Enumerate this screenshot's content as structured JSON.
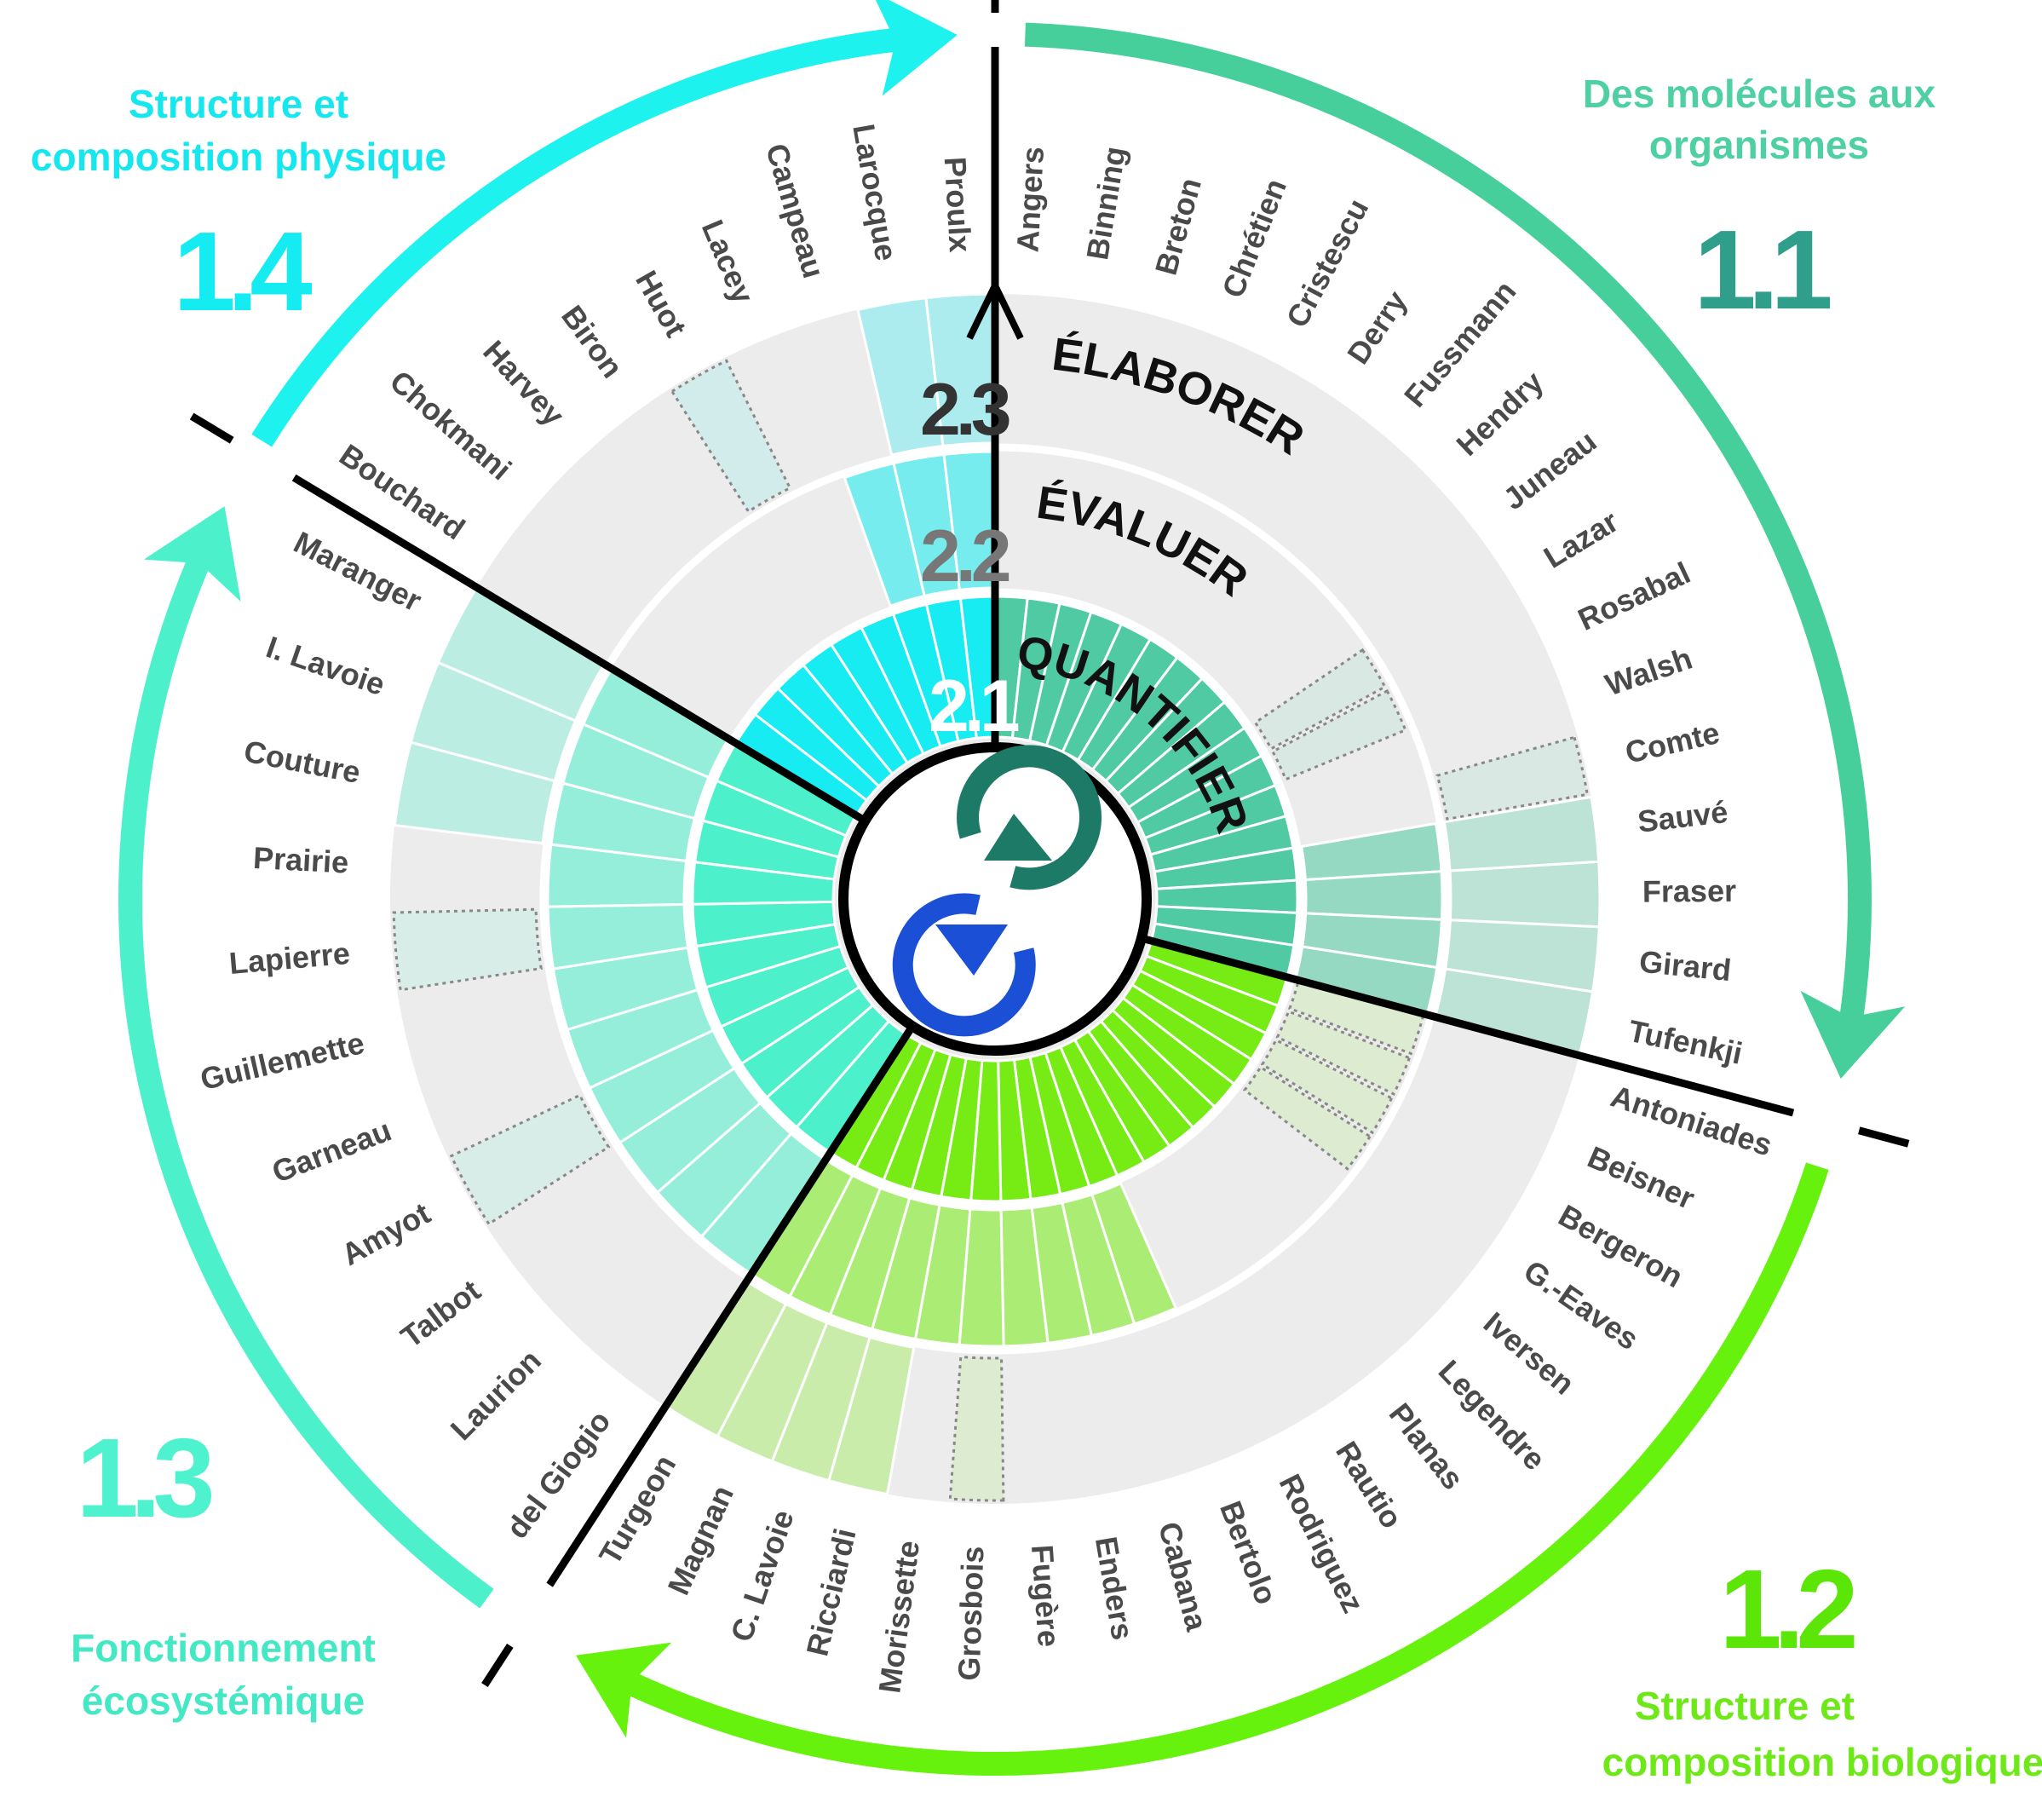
{
  "colors": {
    "arrow_top": "#46cf9a",
    "arrow_right": "#67f20e",
    "arrow_left": "#1ef2ee",
    "sector_1_1": "#4fcaa3",
    "sector_1_2": "#76ec14",
    "sector_1_3": "#4cf0cb",
    "sector_1_4": "#16ecf2",
    "num_1_1": "#2f9e8a",
    "num_1_2": "#5ce608",
    "num_1_3": "#4ff2cf",
    "num_1_4": "#14ecf2",
    "title_1_1": "#4fd0a2",
    "title_1_2": "#6ee818",
    "title_1_3": "#44e8c4",
    "title_1_4": "#16e6ee",
    "num_2_2": "#777777",
    "num_2_3": "#333333",
    "ring_background": "#ececec",
    "logo_blue": "#1a4fd6",
    "logo_teal": "#1d7a66"
  },
  "themes": [
    {
      "id": "1.1",
      "number": "1.1",
      "title_line1": "Des molécules aux",
      "title_line2": "organismes"
    },
    {
      "id": "1.2",
      "number": "1.2",
      "title_line1": "Structure et",
      "title_line2": "composition biologique"
    },
    {
      "id": "1.3",
      "number": "1.3",
      "title_line1": "Fonctionnement",
      "title_line2": "écosystémique"
    },
    {
      "id": "1.4",
      "number": "1.4",
      "title_line1": "Structure et",
      "title_line2": "composition physique"
    }
  ],
  "rings": [
    {
      "number": "2.1",
      "verb": "QUANTIFIER"
    },
    {
      "number": "2.2",
      "verb": "ÉVALUER"
    },
    {
      "number": "2.3",
      "verb": "ÉLABORER"
    }
  ],
  "sectors": [
    {
      "theme": "1.1",
      "color_key": "sector_1_1",
      "members": [
        {
          "name": "Angers",
          "level": 1
        },
        {
          "name": "Binning",
          "level": 1
        },
        {
          "name": "Breton",
          "level": 1
        },
        {
          "name": "Chrétien",
          "level": 1
        },
        {
          "name": "Cristescu",
          "level": 1
        },
        {
          "name": "Derry",
          "level": 1
        },
        {
          "name": "Fussmann",
          "level": 1
        },
        {
          "name": "Hendry",
          "level": 1
        },
        {
          "name": "Juneau",
          "level": 1
        },
        {
          "name": "Lazar",
          "level": 1,
          "dotted_outer": 2
        },
        {
          "name": "Rosabal",
          "level": 1,
          "dotted_outer": 2
        },
        {
          "name": "Walsh",
          "level": 1
        },
        {
          "name": "Comte",
          "level": 1,
          "dotted_outer": 3
        },
        {
          "name": "Sauvé",
          "level": 3
        },
        {
          "name": "Fraser",
          "level": 3
        },
        {
          "name": "Girard",
          "level": 3
        },
        {
          "name": "Tufenkji",
          "level": 3
        }
      ]
    },
    {
      "theme": "1.2",
      "color_key": "sector_1_2",
      "members": [
        {
          "name": "Antoniades",
          "level": 1,
          "dotted_outer": 2
        },
        {
          "name": "Beisner",
          "level": 1,
          "dotted_outer": 2
        },
        {
          "name": "Bergeron",
          "level": 1,
          "dotted_outer": 2
        },
        {
          "name": "G.-Eaves",
          "level": 1,
          "dotted_outer": 2
        },
        {
          "name": "Iversen",
          "level": 1
        },
        {
          "name": "Legendre",
          "level": 1
        },
        {
          "name": "Planas",
          "level": 1
        },
        {
          "name": "Rautio",
          "level": 1
        },
        {
          "name": "Rodriguez",
          "level": 1
        },
        {
          "name": "Bertolo",
          "level": 2
        },
        {
          "name": "Cabana",
          "level": 2
        },
        {
          "name": "Enders",
          "level": 2
        },
        {
          "name": "Fugère",
          "level": 2
        },
        {
          "name": "Grosbois",
          "level": 2,
          "dotted_outer": 3
        },
        {
          "name": "Morissette",
          "level": 2
        },
        {
          "name": "Ricciardi",
          "level": 3
        },
        {
          "name": "C. Lavoie",
          "level": 3
        },
        {
          "name": "Magnan",
          "level": 3
        },
        {
          "name": "Turgeon",
          "level": 3
        }
      ]
    },
    {
      "theme": "1.3",
      "color_key": "sector_1_3",
      "members": [
        {
          "name": "del Giogio",
          "level": 2
        },
        {
          "name": "Laurion",
          "level": 2
        },
        {
          "name": "Talbot",
          "level": 2
        },
        {
          "name": "Amyot",
          "level": 2,
          "dotted_outer": 3
        },
        {
          "name": "Garneau",
          "level": 2
        },
        {
          "name": "Guillemette",
          "level": 2
        },
        {
          "name": "Lapierre",
          "level": 2,
          "dotted_outer": 3
        },
        {
          "name": "Prairie",
          "level": 2
        },
        {
          "name": "Couture",
          "level": 3
        },
        {
          "name": "I. Lavoie",
          "level": 3
        },
        {
          "name": "Maranger",
          "level": 3
        }
      ]
    },
    {
      "theme": "1.4",
      "color_key": "sector_1_4",
      "members": [
        {
          "name": "Bouchard",
          "level": 1
        },
        {
          "name": "Chokmani",
          "level": 1
        },
        {
          "name": "Harvey",
          "level": 1
        },
        {
          "name": "Biron",
          "level": 1
        },
        {
          "name": "Huot",
          "level": 1,
          "dotted_outer": 3
        },
        {
          "name": "Lacey",
          "level": 1
        },
        {
          "name": "Campeau",
          "level": 2
        },
        {
          "name": "Larocque",
          "level": 3
        },
        {
          "name": "Proulx",
          "level": 3
        }
      ]
    }
  ]
}
